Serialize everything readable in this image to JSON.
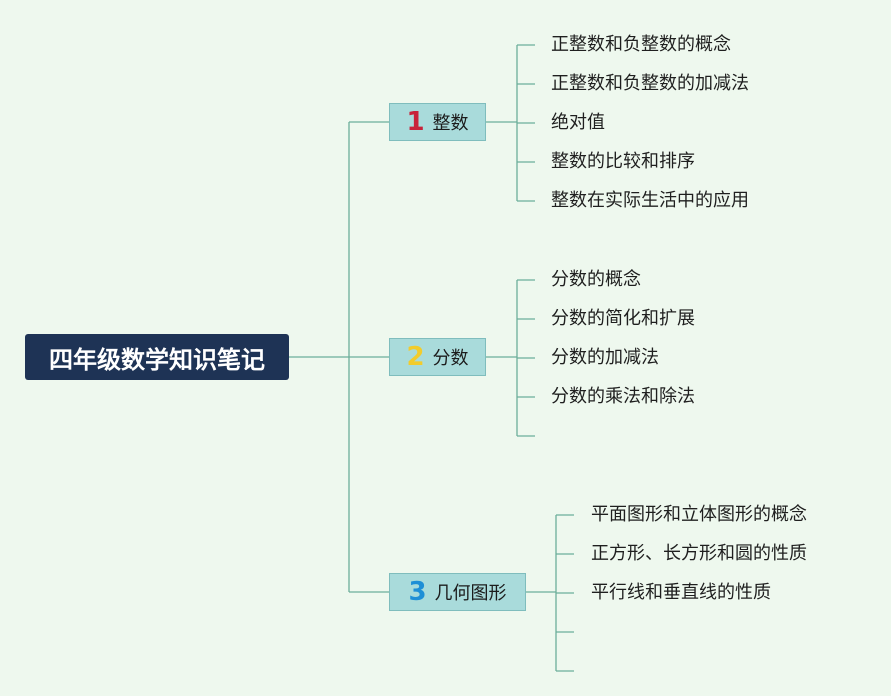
{
  "root": {
    "label": "四年级数学知识笔记"
  },
  "colors": {
    "line": "#6cae9a"
  },
  "branches": [
    {
      "number": "1",
      "number_color": "#c8233a",
      "label": "整数",
      "leaves": [
        "正整数和负整数的概念",
        "正整数和负整数的加减法",
        "绝对值",
        "整数的比较和排序",
        "整数在实际生活中的应用"
      ],
      "empty_slots": 0
    },
    {
      "number": "2",
      "number_color": "#f2cc2c",
      "label": "分数",
      "leaves": [
        "分数的概念",
        "分数的简化和扩展",
        "分数的加减法",
        "分数的乘法和除法"
      ],
      "empty_slots": 1
    },
    {
      "number": "3",
      "number_color": "#1e8fd6",
      "label": "几何图形",
      "leaves": [
        "平面图形和立体图形的概念",
        "正方形、长方形和圆的性质",
        "平行线和垂直线的性质"
      ],
      "empty_slots": 2
    }
  ]
}
